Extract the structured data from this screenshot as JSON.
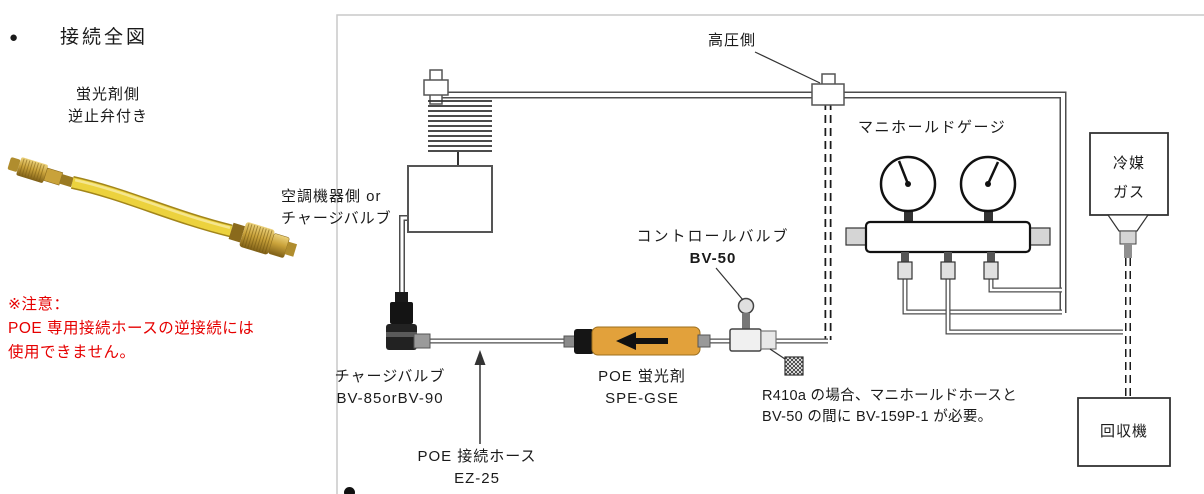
{
  "header": {
    "bullet": "●",
    "title": "接続全図"
  },
  "photo": {
    "fluorescent_side_label": [
      "蛍光剤側",
      "逆止弁付き"
    ],
    "coupler_side_label": [
      "空調機器側 or",
      "チャージバルブ"
    ]
  },
  "warning": {
    "lines": [
      "※注意：",
      "POE 専用接続ホースの逆接続には",
      "使用できません。"
    ],
    "color": "#e60000"
  },
  "diagram": {
    "high_pressure_label": "高圧側",
    "manifold_gauge_label": "マニホールドゲージ",
    "refrigerant_tank_label": [
      "冷媒",
      "ガス"
    ],
    "control_valve_label": "コントロールバルブ",
    "control_valve_model": "BV-50",
    "charge_valve_label": "チャージバルブ",
    "charge_valve_model": "BV-85orBV-90",
    "dye_label": "POE 蛍光剤",
    "dye_model": "SPE-GSE",
    "hose_label": "POE 接続ホース",
    "hose_model": "EZ-25",
    "r410a_note": [
      "R410a の場合、マニホールドホースと",
      "BV-50 の間に BV-159P-1 が必要。"
    ],
    "recovery_machine_label": "回収機"
  },
  "colors": {
    "warning_red": "#e60000",
    "dye_body": "#E2A13B",
    "hose_yellow": "#ECD23E",
    "line_gray": "#4d4d4d"
  }
}
